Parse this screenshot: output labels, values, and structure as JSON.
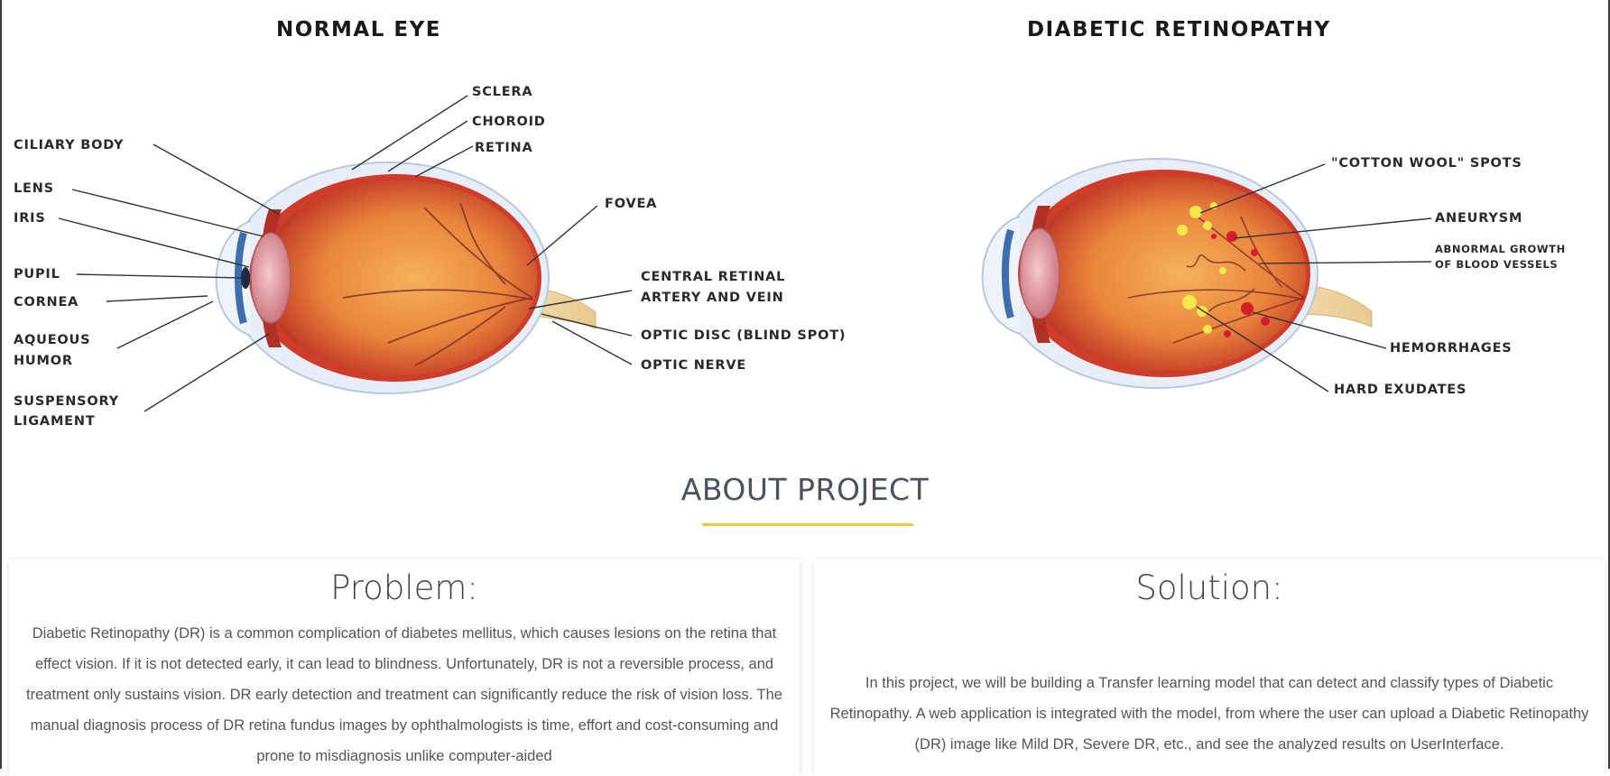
{
  "diagrams": {
    "normal": {
      "title": "NORMAL EYE",
      "labels": {
        "sclera": "SCLERA",
        "choroid": "CHOROID",
        "retina": "RETINA",
        "ciliary_body": "CILIARY BODY",
        "lens": "LENS",
        "iris": "IRIS",
        "pupil": "PUPIL",
        "cornea": "CORNEA",
        "aqueous_1": "AQUEOUS",
        "aqueous_2": "HUMOR",
        "suspensory_1": "SUSPENSORY",
        "suspensory_2": "LIGAMENT",
        "fovea": "FOVEA",
        "central_1": "CENTRAL RETINAL",
        "central_2": "ARTERY AND VEIN",
        "optic_disc": "OPTIC DISC (BLIND SPOT)",
        "optic_nerve": "OPTIC NERVE"
      }
    },
    "dr": {
      "title": "DIABETIC RETINOPATHY",
      "labels": {
        "cotton_wool": "\"COTTON WOOL\" SPOTS",
        "aneurysm": "ANEURYSM",
        "abnormal_1": "ABNORMAL GROWTH",
        "abnormal_2": "OF BLOOD VESSELS",
        "hemorrhages": "HEMORRHAGES",
        "hard_exudates": "HARD EXUDATES"
      }
    }
  },
  "about": {
    "heading": "ABOUT PROJECT",
    "accent_color": "#f0c940",
    "problem": {
      "title": "Problem:",
      "text": "Diabetic Retinopathy (DR) is a common complication of diabetes mellitus, which causes lesions on the retina that effect vision. If it is not detected early, it can lead to blindness. Unfortunately, DR is not a reversible process, and treatment only sustains vision. DR early detection and treatment can significantly reduce the risk of vision loss. The manual diagnosis process of DR retina fundus images by ophthalmologists is time, effort and cost-consuming and prone to misdiagnosis unlike computer-aided"
    },
    "solution": {
      "title": "Solution:",
      "text": "In this project, we will be building a Transfer learning model that can detect and classify types of Diabetic Retinopathy. A web application is integrated with the model, from where the user can upload a Diabetic Retinopathy (DR) image like Mild DR, Severe DR, etc., and see the analyzed results on UserInterface."
    }
  }
}
